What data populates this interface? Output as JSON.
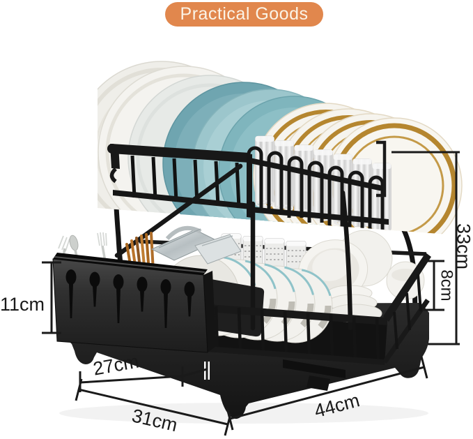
{
  "badge": {
    "label": "Practical Goods",
    "background": "#E1874D",
    "text_color": "#FBF4E7"
  },
  "dimensions": {
    "total_height": "33cm",
    "basket_height": "8cm",
    "cutlery_holder_height": "11cm",
    "upper_depth": "27cm",
    "base_depth": "31cm",
    "base_width": "44cm"
  },
  "colors": {
    "rack_black": "#1A1A1A",
    "annotation_line": "#1A1A1A",
    "teal_plate": "#7FB0BA",
    "gold_rim": "#B5862F",
    "badge_orange": "#E1874D",
    "background": "#FFFFFF"
  }
}
